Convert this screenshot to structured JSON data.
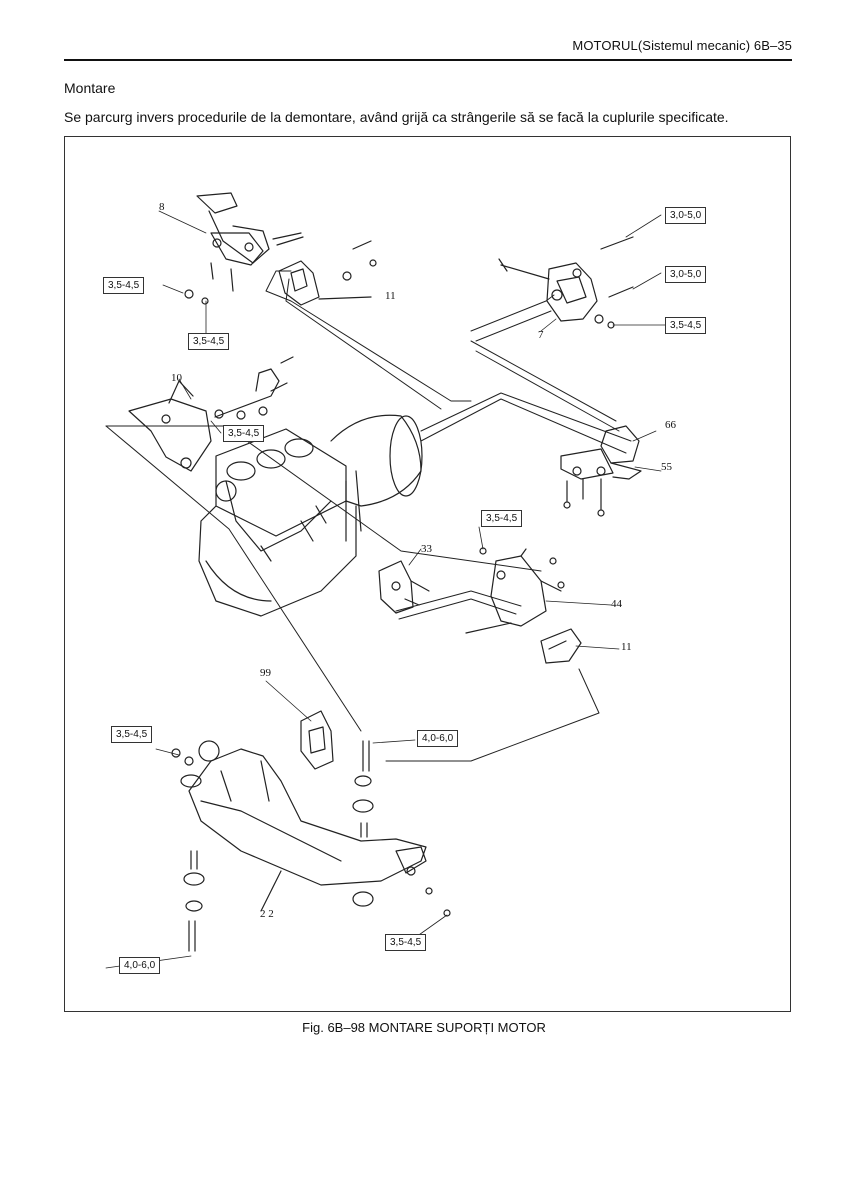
{
  "header": {
    "text": "MOTORUL(Sistemul mecanic)  6B–35"
  },
  "section": {
    "title": "Montare"
  },
  "intro": {
    "text": "Se parcurg invers procedurile de la demontare, având grijă ca strângerile să se facă la cuplurile specificate."
  },
  "figure": {
    "caption": "Fig. 6B–98 MONTARE SUPORȚI MOTOR",
    "torques": [
      "3,0-5,0",
      "3,0-5,0",
      "3,5-4,5",
      "3,5-4,5",
      "3,5-4,5",
      "3,5-4,5",
      "3,5-4,5",
      "3,5-4,5",
      "4,0-6,0",
      "3,5-4,5",
      "4,0-6,0"
    ],
    "parts": [
      "8",
      "11",
      "7",
      "10",
      "66",
      "55",
      "33",
      "44",
      "11",
      "99",
      "2 2"
    ]
  }
}
